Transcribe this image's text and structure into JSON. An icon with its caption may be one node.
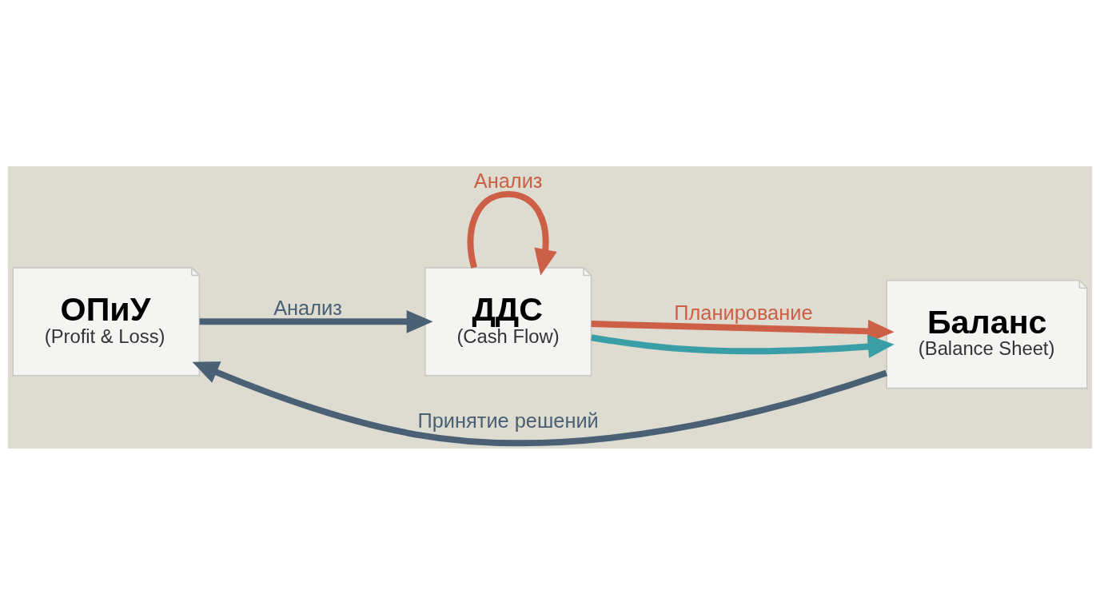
{
  "diagram": {
    "nodes": [
      {
        "text": [
          "ОПиУ",
          "(Profit & Loss)"
        ]
      },
      {
        "text": [
          "ДДС",
          "(Cash Flow)"
        ]
      },
      {
        "text": [
          "Баланс",
          "(Balance Sheet)"
        ]
      }
    ],
    "edges": [
      {
        "from": 0,
        "to": 1,
        "arrow": "to",
        "label": "Анализ",
        "color": "#4a6075"
      },
      {
        "from": 1,
        "to": 1,
        "arrow": "to",
        "label": "Анализ",
        "color": "#cc5f45"
      },
      {
        "from": 1,
        "to": 2,
        "arrow": "to",
        "label": "Планирование",
        "color": "#cc5f45"
      },
      {
        "from": 1,
        "to": 2,
        "arrow": "to",
        "color": "#3a9ea6"
      },
      {
        "from": 2,
        "to": 0,
        "arrow": "to",
        "label": "Принятие решений",
        "color": "#4a6075"
      }
    ]
  }
}
